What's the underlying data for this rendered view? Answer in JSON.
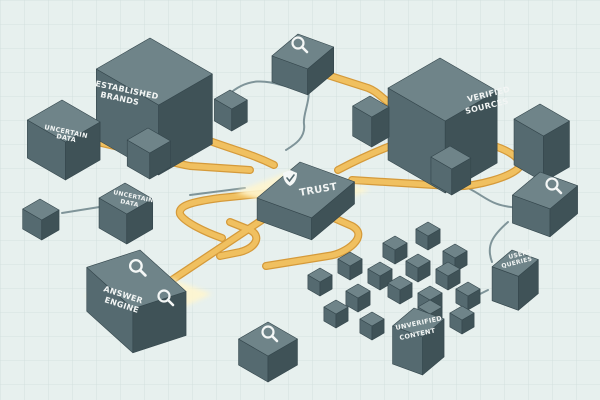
{
  "labels": {
    "established_brands": [
      "ESTABLISHED",
      "BRANDS"
    ],
    "uncertain_data_left": [
      "UNCERTAIN",
      "DATA"
    ],
    "uncertain_data_mid": [
      "UNCERTAIN",
      "DATA"
    ],
    "trust": "TRUST",
    "verified_sources": [
      "VERIFIED",
      "SOURCES"
    ],
    "answer_engine": [
      "ANSWER",
      "ENGINE"
    ],
    "unverified_content": [
      "UNVERIFIED",
      "CONTENT"
    ],
    "users_queries": [
      "USERS",
      "QUERIES"
    ]
  },
  "icons": {
    "search": "magnifier-icon",
    "shield": "shield-icon"
  },
  "colors": {
    "background": "#e7f0ee",
    "grid": "#cfdedb",
    "box_top": "#6f8489",
    "box_left": "#556a70",
    "box_right": "#3f5257",
    "pipe": "#f0c060",
    "pipe_edge": "#d59a3a",
    "wire": "#7f9499",
    "glow": "#fff6cf"
  }
}
